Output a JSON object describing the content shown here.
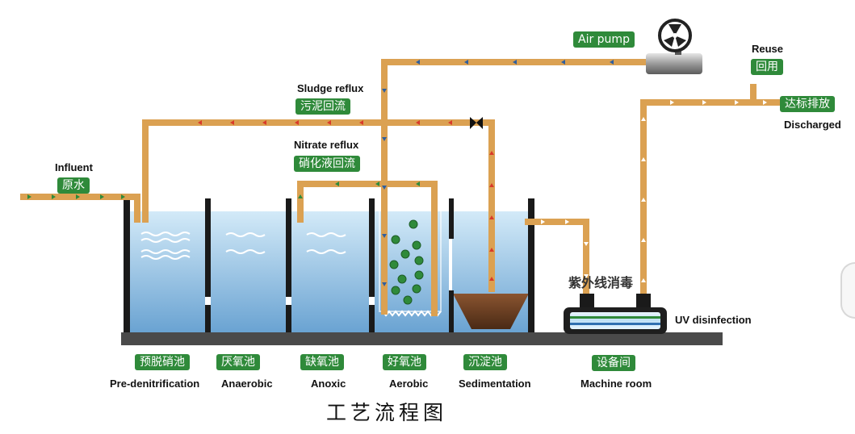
{
  "labels": {
    "influent_en": "Influent",
    "influent_cn": "原水",
    "sludge_reflux_en": "Sludge reflux",
    "sludge_reflux_cn": "污泥回流",
    "nitrate_reflux_en": "Nitrate reflux",
    "nitrate_reflux_cn": "硝化液回流",
    "air_pump_en": "Air pump",
    "reuse_en": "Reuse",
    "reuse_cn": "回用",
    "discharged_cn": "达标排放",
    "discharged_en": "Discharged",
    "uv_cn": "紫外线消毒",
    "uv_en": "UV disinfection"
  },
  "tanks": [
    {
      "cn": "预脱硝池",
      "en": "Pre-denitrification"
    },
    {
      "cn": "厌氧池",
      "en": "Anaerobic"
    },
    {
      "cn": "缺氧池",
      "en": "Anoxic"
    },
    {
      "cn": "好氧池",
      "en": "Aerobic"
    },
    {
      "cn": "沉淀池",
      "en": "Sedimentation"
    },
    {
      "cn": "设备间",
      "en": "Machine room"
    }
  ],
  "title": "工艺流程图",
  "colors": {
    "pipe": "#dba152",
    "water_top": "#cfe8f7",
    "water_bottom": "#6fa8d6",
    "wall": "#1a1a1a",
    "base": "#4a4a4a",
    "label_bg": "#2f8a3a",
    "arrow_red": "#d93a2a",
    "arrow_blue": "#2f5f9e",
    "arrow_green": "#2f8a3a",
    "arrow_white": "#ffffff",
    "sludge": "#6b3f22"
  },
  "icons": [
    "air-pump-icon",
    "valve-icon",
    "flow-arrow-icon",
    "bio-carrier-icon",
    "diffuser-icon"
  ]
}
